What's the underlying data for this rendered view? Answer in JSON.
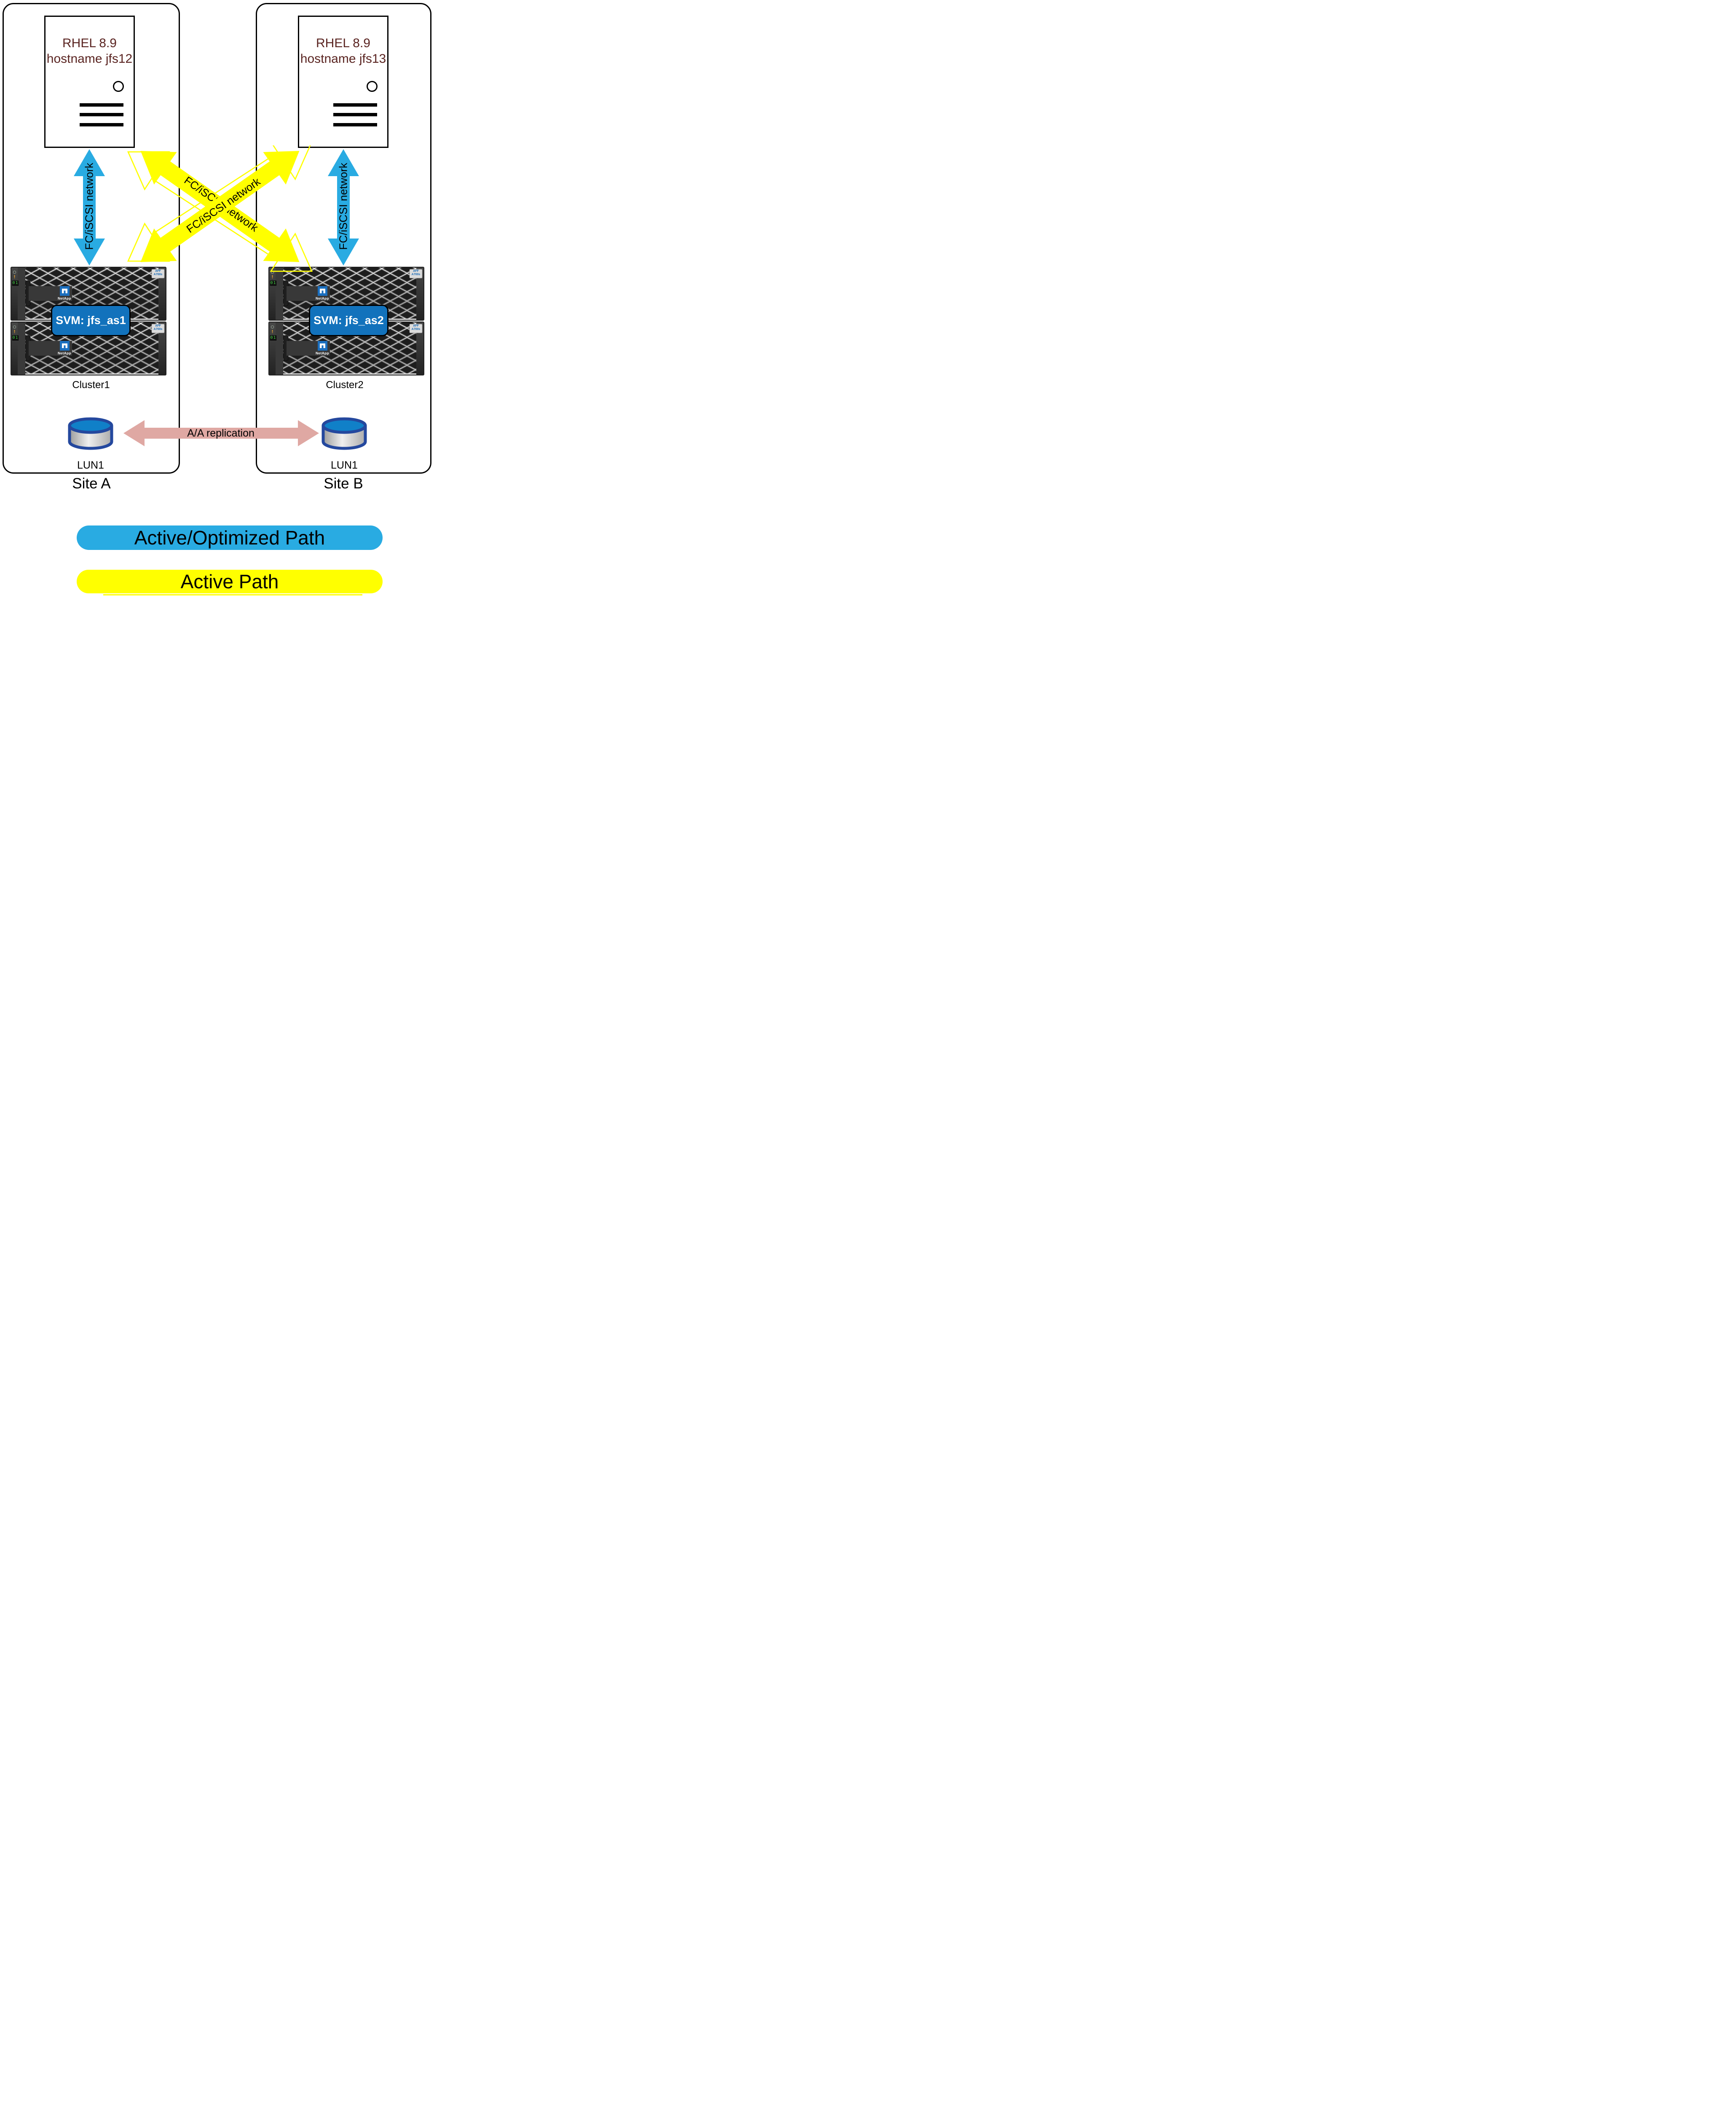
{
  "sites": [
    {
      "label": "Site A",
      "host": {
        "os_line": "RHEL 8.9",
        "hostname_line": "hostname jfs12"
      },
      "cluster_label": "Cluster1",
      "svm_label": "SVM: jfs_as1",
      "lun_label": "LUN1"
    },
    {
      "label": "Site B",
      "host": {
        "os_line": "RHEL 8.9",
        "hostname_line": "hostname jfs13"
      },
      "cluster_label": "Cluster2",
      "svm_label": "SVM: jfs_as2",
      "lun_label": "LUN1"
    }
  ],
  "network": {
    "fc_label": "FC/iSCSI network",
    "replication_label": "A/A replication"
  },
  "storage": {
    "brand": "NetApp",
    "model_line1": "AFF",
    "model_line2": "A700s",
    "panel_display": "01"
  },
  "legend": [
    {
      "label": "Active/Optimized Path",
      "color": "#29abe2"
    },
    {
      "label": "Active Path",
      "color": "#ffff00"
    }
  ],
  "colors": {
    "optimized_path_blue": "#29abe2",
    "active_path_yellow": "#ffff00",
    "replication_pink": "#dfa8a3",
    "host_text_maroon": "#5a2421",
    "svm_box_blue": "#1272bc",
    "lun_ring_navy": "#24489e",
    "lun_top_blue": "#1080c8"
  }
}
